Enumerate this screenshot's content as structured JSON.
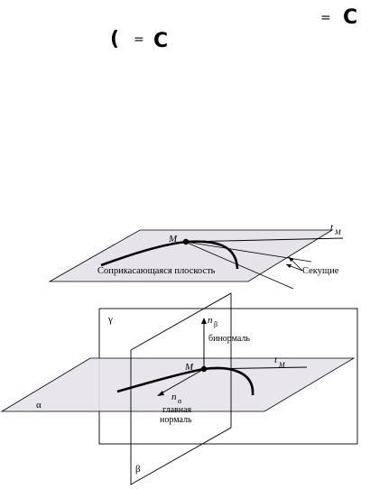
{
  "header": {
    "glyphs_row1": {
      "equals": "=",
      "glyph": "C"
    },
    "glyphs_row2": {
      "left": "(",
      "equals": "=",
      "right": "C"
    }
  },
  "top_figure": {
    "point_label": "M",
    "tangent_label": "t",
    "tangent_sub": "M",
    "plane_label": "Соприкасающаяся плоскость",
    "secants_label": "Секущие"
  },
  "bottom_figure": {
    "gamma_label": "γ",
    "alpha_label": "α",
    "beta_label": "β",
    "point_label": "M",
    "tangent_label": "t",
    "tangent_sub": "M",
    "binormal_vec": "n",
    "binormal_sub": "β",
    "binormal_label": "бинормаль",
    "normal_vec": "n",
    "normal_sub": "α",
    "normal_label_line1": "главная",
    "normal_label_line2": "нормаль"
  },
  "colors": {
    "plane_fill": "#e6e3ea",
    "stroke": "#000000"
  }
}
